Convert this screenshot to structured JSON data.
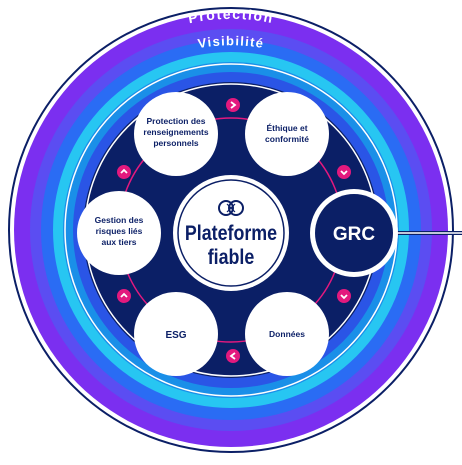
{
  "rings": {
    "outer_label": "Protection",
    "inner_label": "Visibilité"
  },
  "center": {
    "line1": "Plateforme",
    "line2": "fiable",
    "icon": "interlocking-rings-logo-icon"
  },
  "nodes": {
    "privacy": [
      "Protection des",
      "renseignements",
      "personnels"
    ],
    "ethics": [
      "Éthique et",
      "conformité"
    ],
    "third_party": [
      "Gestion des",
      "risques liés",
      "aux tiers"
    ],
    "grc": "GRC",
    "esg": "ESG",
    "data": "Données"
  },
  "colors": {
    "navy": "#0b1f66",
    "violet": "#7b2ff0",
    "blue": "#2a6cf4",
    "cyan": "#27c6f2",
    "magenta": "#e3197e"
  }
}
